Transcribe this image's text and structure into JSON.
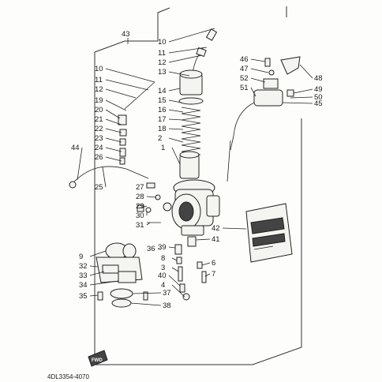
{
  "diagram": {
    "group_label": "43",
    "part_code": "4DL3354-4070",
    "fwd_badge": "FWD",
    "callouts": [
      {
        "id": "c10a",
        "text": "10"
      },
      {
        "id": "c11a",
        "text": "11"
      },
      {
        "id": "c12a",
        "text": "12"
      },
      {
        "id": "c13a",
        "text": "13"
      },
      {
        "id": "c14",
        "text": "14"
      },
      {
        "id": "c15",
        "text": "15"
      },
      {
        "id": "c16",
        "text": "16"
      },
      {
        "id": "c17",
        "text": "17"
      },
      {
        "id": "c18",
        "text": "18"
      },
      {
        "id": "c2a",
        "text": "2"
      },
      {
        "id": "c1",
        "text": "1"
      },
      {
        "id": "c10b",
        "text": "10"
      },
      {
        "id": "c11b",
        "text": "11"
      },
      {
        "id": "c12b",
        "text": "12"
      },
      {
        "id": "c19",
        "text": "19"
      },
      {
        "id": "c20",
        "text": "20"
      },
      {
        "id": "c21",
        "text": "21"
      },
      {
        "id": "c22",
        "text": "22"
      },
      {
        "id": "c23",
        "text": "23"
      },
      {
        "id": "c24",
        "text": "24"
      },
      {
        "id": "c26",
        "text": "26"
      },
      {
        "id": "c44",
        "text": "44"
      },
      {
        "id": "c25",
        "text": "25"
      },
      {
        "id": "c27",
        "text": "27"
      },
      {
        "id": "c28",
        "text": "28"
      },
      {
        "id": "c29",
        "text": "29"
      },
      {
        "id": "c30",
        "text": "30"
      },
      {
        "id": "c31",
        "text": "31"
      },
      {
        "id": "c46",
        "text": "46"
      },
      {
        "id": "c47",
        "text": "47"
      },
      {
        "id": "c52",
        "text": "52"
      },
      {
        "id": "c51",
        "text": "51"
      },
      {
        "id": "c48",
        "text": "48"
      },
      {
        "id": "c49",
        "text": "49"
      },
      {
        "id": "c50",
        "text": "50"
      },
      {
        "id": "c45",
        "text": "45"
      },
      {
        "id": "c42",
        "text": "42"
      },
      {
        "id": "c41",
        "text": "41"
      },
      {
        "id": "c39",
        "text": "39"
      },
      {
        "id": "c36",
        "text": "36"
      },
      {
        "id": "c8",
        "text": "8"
      },
      {
        "id": "c3",
        "text": "3"
      },
      {
        "id": "c40",
        "text": "40"
      },
      {
        "id": "c4",
        "text": "4"
      },
      {
        "id": "c6",
        "text": "6"
      },
      {
        "id": "c7",
        "text": "7"
      },
      {
        "id": "c9",
        "text": "9"
      },
      {
        "id": "c32",
        "text": "32"
      },
      {
        "id": "c33",
        "text": "33"
      },
      {
        "id": "c34",
        "text": "34"
      },
      {
        "id": "c35",
        "text": "35"
      },
      {
        "id": "c37",
        "text": "37"
      },
      {
        "id": "c38",
        "text": "38"
      }
    ]
  }
}
